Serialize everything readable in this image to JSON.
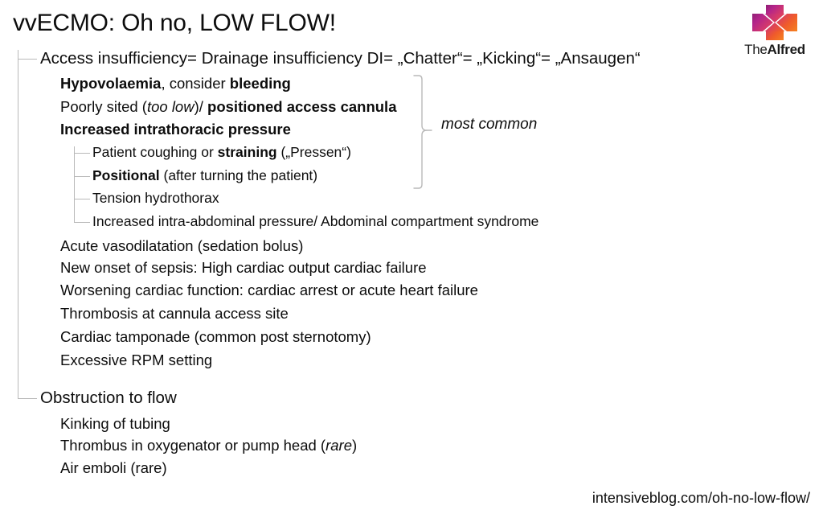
{
  "slide": {
    "title": "vvECMO: Oh no, LOW FLOW!",
    "footer_url": "intensiveblog.com/oh-no-low-flow/",
    "accent_color": "#FF0000",
    "tree_line_color": "#b9b9b9",
    "text_color": "#0d0d0d"
  },
  "logo": {
    "name": "the-alfred-logo",
    "word_the": "The",
    "word_alfred": "Alfred",
    "gradient_from": "#8e1f74",
    "gradient_to": "#f58220",
    "icon": "cross-with-x-icon"
  },
  "annotation": {
    "most_common": "most common"
  },
  "outline": [
    {
      "level": 1,
      "name": "access-insufficiency-heading",
      "segments": [
        {
          "text": "Access insufficiency= Drainage insufficiency DI= „Chatter“= „Kicking“= „Ansaugen“",
          "style": "regular"
        }
      ]
    },
    {
      "level": 2,
      "name": "item-hypovolaemia",
      "segments": [
        {
          "text": "Hypovolaemia",
          "style": "bold"
        },
        {
          "text": ", consider ",
          "style": "regular"
        },
        {
          "text": "bleeding",
          "style": "bold"
        }
      ]
    },
    {
      "level": 2,
      "name": "item-poorly-sited-cannula",
      "segments": [
        {
          "text": "Poorly sited (",
          "style": "regular"
        },
        {
          "text": "too low",
          "style": "italic"
        },
        {
          "text": ")/ ",
          "style": "regular"
        },
        {
          "text": "positioned access cannula",
          "style": "bold"
        }
      ]
    },
    {
      "level": 2,
      "name": "item-increased-intrathoracic-pressure",
      "segments": [
        {
          "text": "Increased intrathoracic pressure",
          "style": "bold"
        }
      ]
    },
    {
      "level": 3,
      "name": "item-patient-coughing-straining",
      "segments": [
        {
          "text": "Patient coughing or ",
          "style": "regular"
        },
        {
          "text": "straining",
          "style": "bold"
        },
        {
          "text": " („Pressen“)",
          "style": "regular"
        }
      ]
    },
    {
      "level": 3,
      "name": "item-positional",
      "segments": [
        {
          "text": "Positional",
          "style": "bold"
        },
        {
          "text": " (after turning the patient)",
          "style": "regular"
        }
      ]
    },
    {
      "level": 3,
      "name": "item-tension-hydrothorax",
      "segments": [
        {
          "text": "Tension hydrothorax",
          "style": "regular"
        }
      ]
    },
    {
      "level": 3,
      "name": "item-intra-abdominal-pressure",
      "segments": [
        {
          "text": "Increased intra-abdominal pressure/ Abdominal compartment syndrome",
          "style": "regular"
        }
      ]
    },
    {
      "level": 2,
      "name": "item-acute-vasodilatation",
      "segments": [
        {
          "text": "Acute vasodilatation (sedation bolus)",
          "style": "regular"
        }
      ]
    },
    {
      "level": 2,
      "name": "item-new-onset-sepsis",
      "segments": [
        {
          "text": "New onset of sepsis: High cardiac output cardiac failure",
          "style": "regular"
        }
      ]
    },
    {
      "level": 2,
      "name": "item-worsening-cardiac-function",
      "segments": [
        {
          "text": "Worsening cardiac function: cardiac arrest or acute heart failure",
          "style": "regular"
        }
      ]
    },
    {
      "level": 2,
      "name": "item-thrombosis-cannula-site",
      "segments": [
        {
          "text": "Thrombosis at cannula access site",
          "style": "regular"
        }
      ]
    },
    {
      "level": 2,
      "name": "item-cardiac-tamponade",
      "segments": [
        {
          "text": "Cardiac tamponade (common post sternotomy)",
          "style": "regular"
        }
      ]
    },
    {
      "level": 2,
      "name": "item-excessive-rpm",
      "segments": [
        {
          "text": "Excessive RPM setting",
          "style": "regular"
        }
      ]
    },
    {
      "level": 1,
      "name": "obstruction-to-flow-heading",
      "segments": [
        {
          "text": "Obstruction to flow",
          "style": "regular"
        }
      ]
    },
    {
      "level": 2,
      "name": "item-kinking-of-tubing",
      "segments": [
        {
          "text": "Kinking of tubing",
          "style": "regular"
        }
      ]
    },
    {
      "level": 2,
      "name": "item-thrombus-oxygenator",
      "segments": [
        {
          "text": "Thrombus in oxygenator or pump head (",
          "style": "regular"
        },
        {
          "text": "rare",
          "style": "italic"
        },
        {
          "text": ")",
          "style": "regular"
        }
      ]
    },
    {
      "level": 2,
      "name": "item-air-emboli",
      "segments": [
        {
          "text": " Air emboli (rare)",
          "style": "regular"
        }
      ]
    }
  ]
}
